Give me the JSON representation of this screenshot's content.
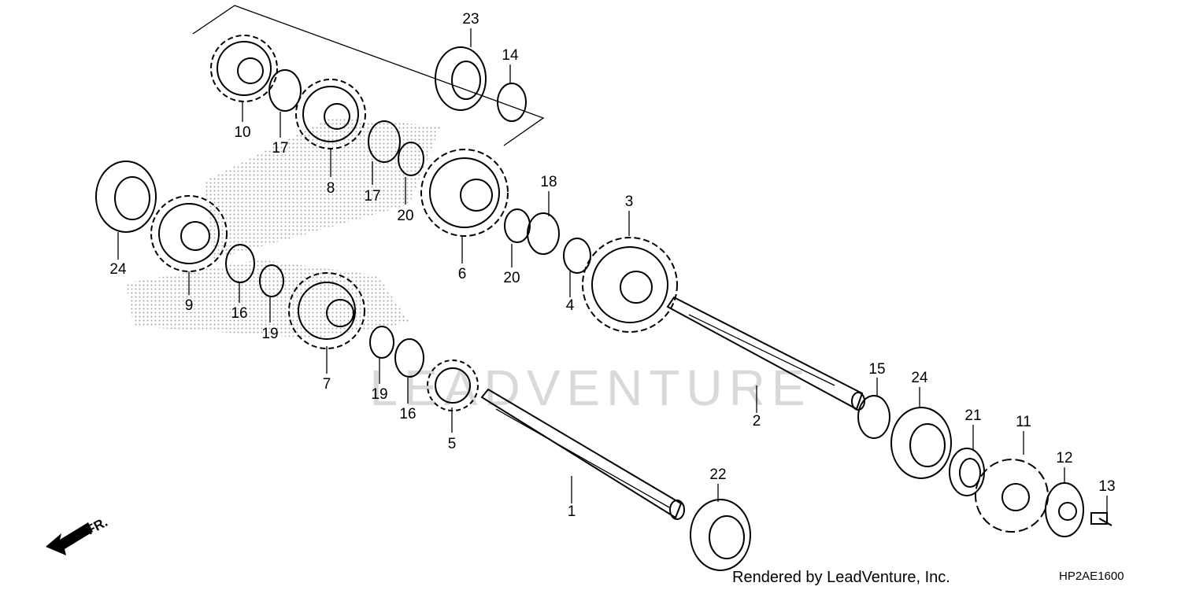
{
  "diagram": {
    "watermark": "LEADVENTURE",
    "credit": "Rendered by LeadVenture, Inc.",
    "diagram_code": "HP2AE1600",
    "direction_label": "FR.",
    "callouts": [
      "1",
      "2",
      "3",
      "4",
      "5",
      "6",
      "7",
      "8",
      "9",
      "10",
      "11",
      "12",
      "13",
      "14",
      "15",
      "16",
      "16",
      "17",
      "17",
      "18",
      "19",
      "19",
      "20",
      "20",
      "21",
      "22",
      "23",
      "24",
      "24"
    ]
  }
}
